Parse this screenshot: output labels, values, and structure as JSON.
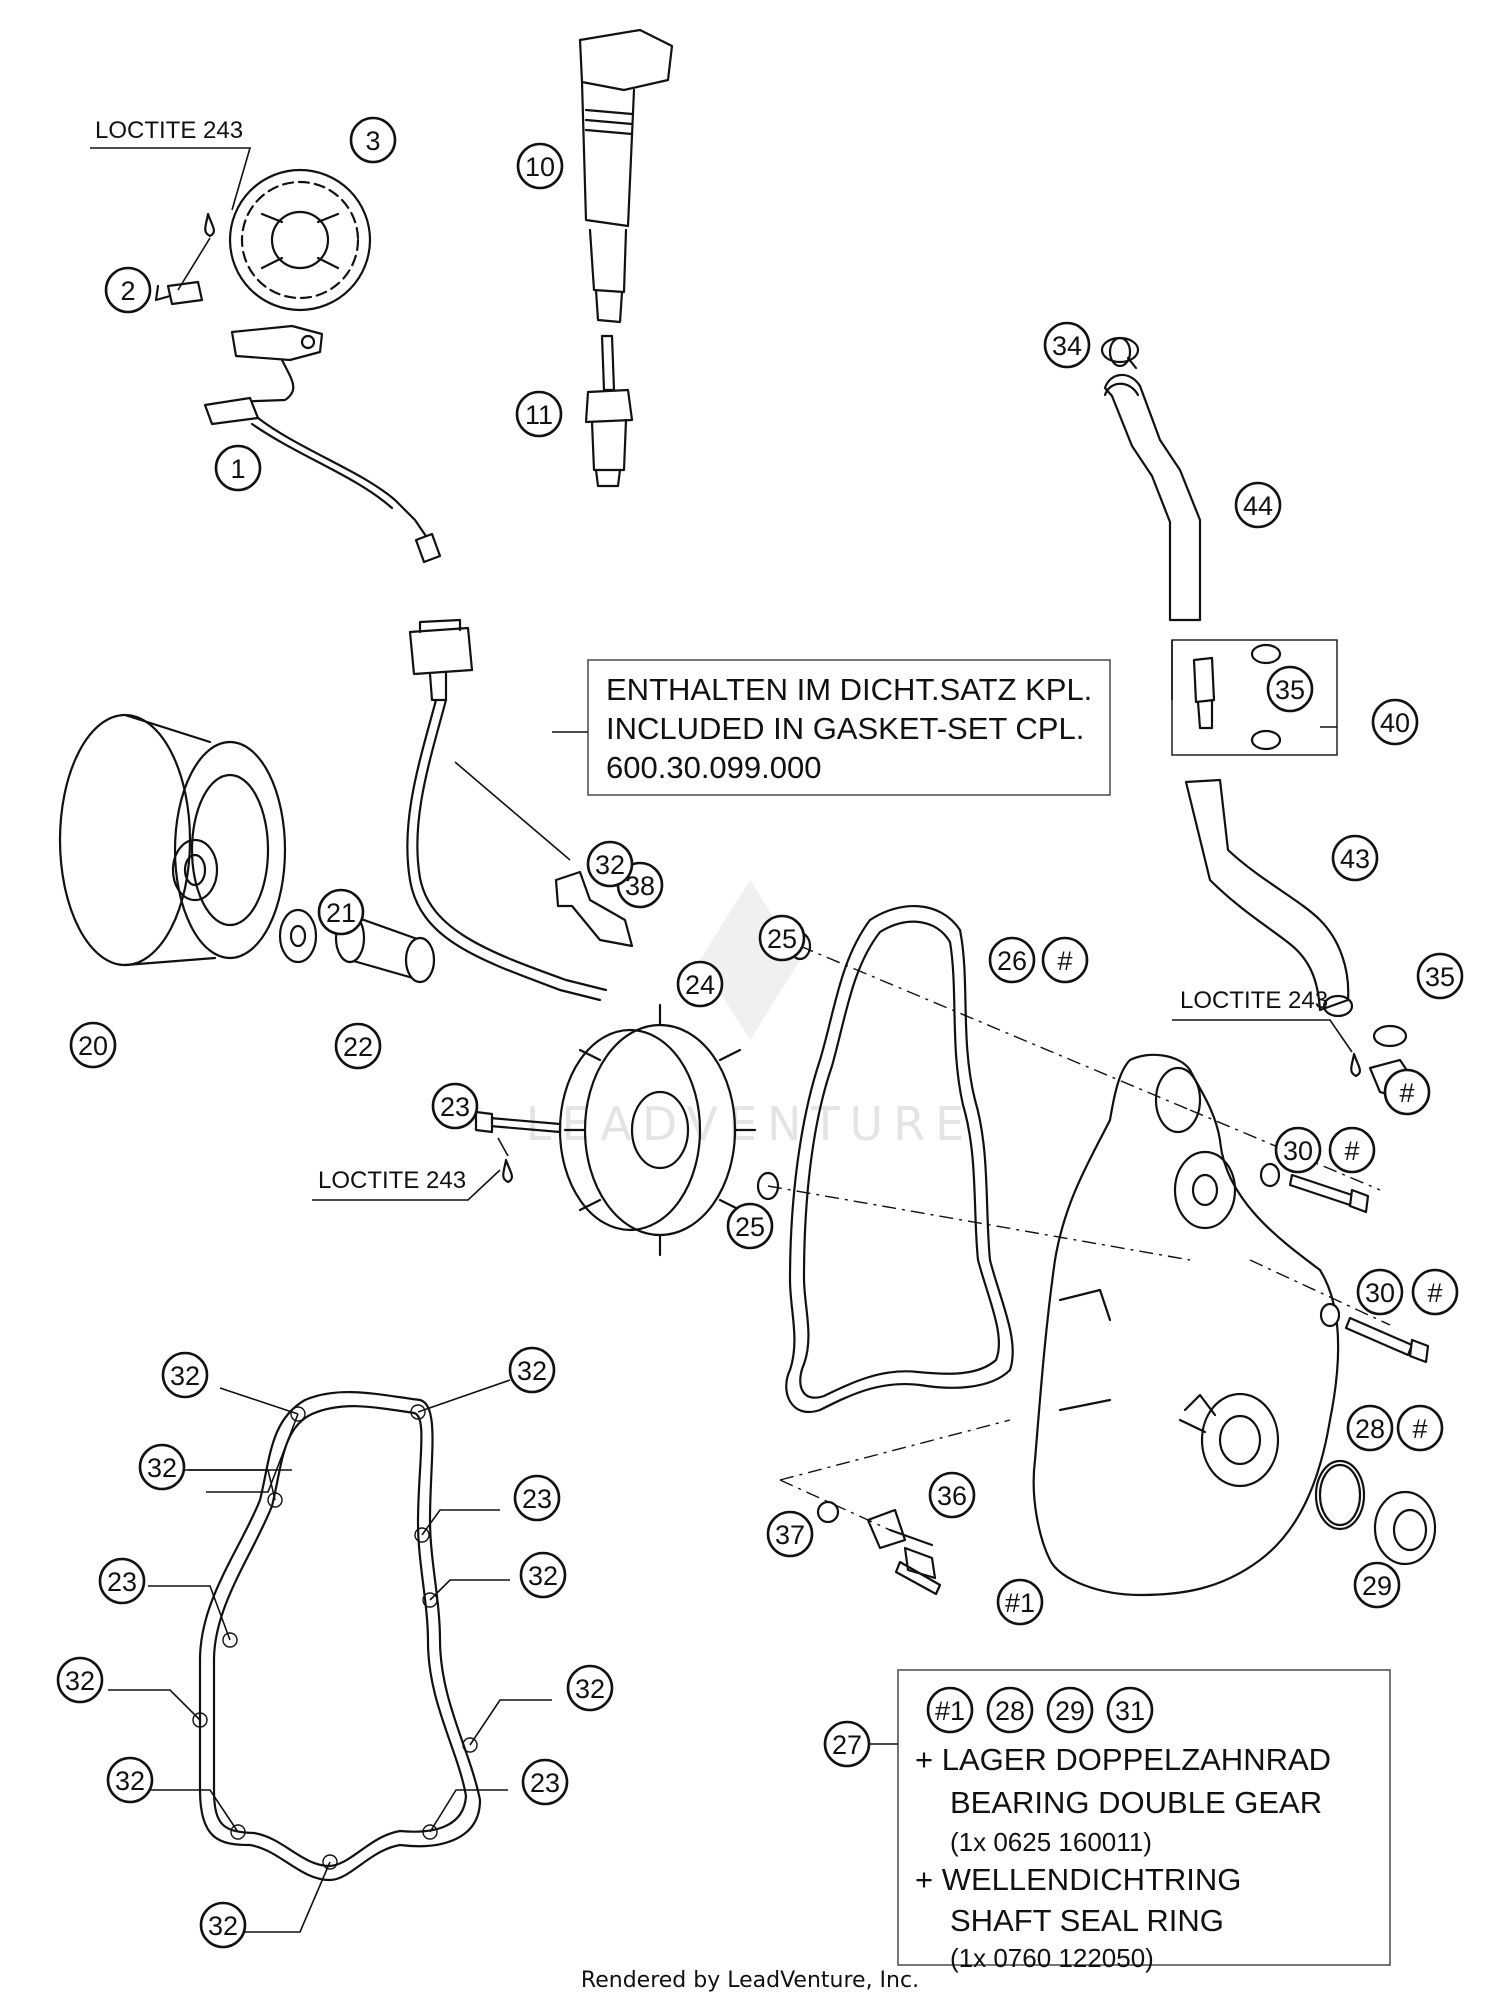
{
  "diagram": {
    "callouts": [
      {
        "label": "1"
      },
      {
        "label": "2"
      },
      {
        "label": "3"
      },
      {
        "label": "10"
      },
      {
        "label": "11"
      },
      {
        "label": "20"
      },
      {
        "label": "21"
      },
      {
        "label": "22"
      },
      {
        "label": "23"
      },
      {
        "label": "24"
      },
      {
        "label": "25"
      },
      {
        "label": "25"
      },
      {
        "label": "26"
      },
      {
        "label": "#"
      },
      {
        "label": "#"
      },
      {
        "label": "31"
      },
      {
        "label": "30"
      },
      {
        "label": "#"
      },
      {
        "label": "30"
      },
      {
        "label": "#"
      },
      {
        "label": "28"
      },
      {
        "label": "#"
      },
      {
        "label": "29"
      },
      {
        "label": "36"
      },
      {
        "label": "37"
      },
      {
        "label": "#1"
      },
      {
        "label": "34"
      },
      {
        "label": "44"
      },
      {
        "label": "35"
      },
      {
        "label": "40"
      },
      {
        "label": "43"
      },
      {
        "label": "35"
      },
      {
        "label": "38"
      },
      {
        "label": "27"
      },
      {
        "label": "32"
      },
      {
        "label": "32"
      },
      {
        "label": "32"
      },
      {
        "label": "23"
      },
      {
        "label": "23"
      },
      {
        "label": "32"
      },
      {
        "label": "32"
      },
      {
        "label": "32"
      },
      {
        "label": "32"
      },
      {
        "label": "23"
      },
      {
        "label": "32"
      },
      {
        "label": "32"
      }
    ],
    "box_refs": [
      {
        "label": "#1"
      },
      {
        "label": "28"
      },
      {
        "label": "29"
      },
      {
        "label": "31"
      }
    ],
    "loctite_notes": [
      "LOCTITE 243",
      "LOCTITE 243",
      "LOCTITE 243"
    ],
    "gasket_note": {
      "lines": [
        "ENTHALTEN IM DICHT.SATZ KPL.",
        "INCLUDED IN GASKET-SET CPL.",
        "600.30.099.000"
      ]
    },
    "parts_note": {
      "line1": "+ LAGER DOPPELZAHNRAD",
      "line2": "BEARING DOUBLE GEAR",
      "line3": "(1x 0625 160011)",
      "line4": "+ WELLENDICHTRING",
      "line5": "SHAFT SEAL RING",
      "line6": "(1x 0760 122050)"
    },
    "watermark": "LEADVENTURE",
    "footer": "Rendered by LeadVenture, Inc."
  }
}
